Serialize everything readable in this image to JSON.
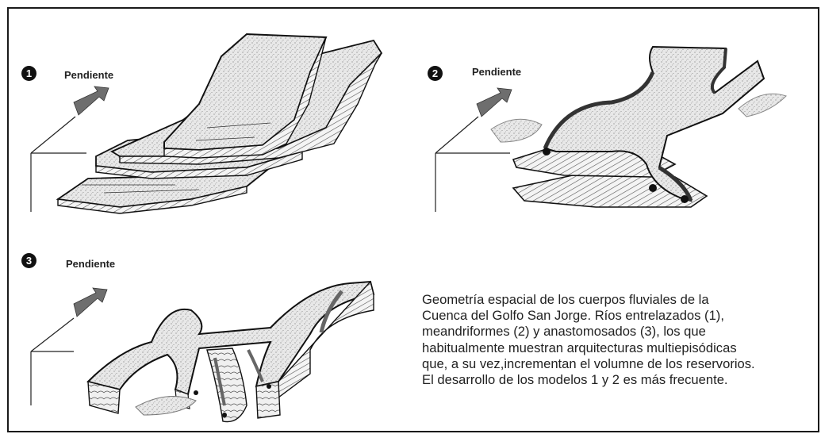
{
  "panels": [
    {
      "number": "1",
      "slope_label": "Pendiente"
    },
    {
      "number": "2",
      "slope_label": "Pendiente"
    },
    {
      "number": "3",
      "slope_label": "Pendiente"
    }
  ],
  "caption": {
    "lines": [
      "Geometría espacial de los cuerpos fluviales de la",
      "Cuenca del Golfo San Jorge. Ríos entrelazados (1),",
      "meandriformes (2) y anastomosados (3), los que",
      "habitualmente muestran arquitecturas multiepisódicas",
      "que, a su vez,incrementan el volumne de los reservorios.",
      "El desarrollo de los modelos 1 y 2 es más frecuente."
    ]
  },
  "colors": {
    "ink": "#1a1a1a",
    "sand_fill": "#e4e4e4",
    "dark_edge": "#555555",
    "arrow": "#6e6e6e"
  }
}
